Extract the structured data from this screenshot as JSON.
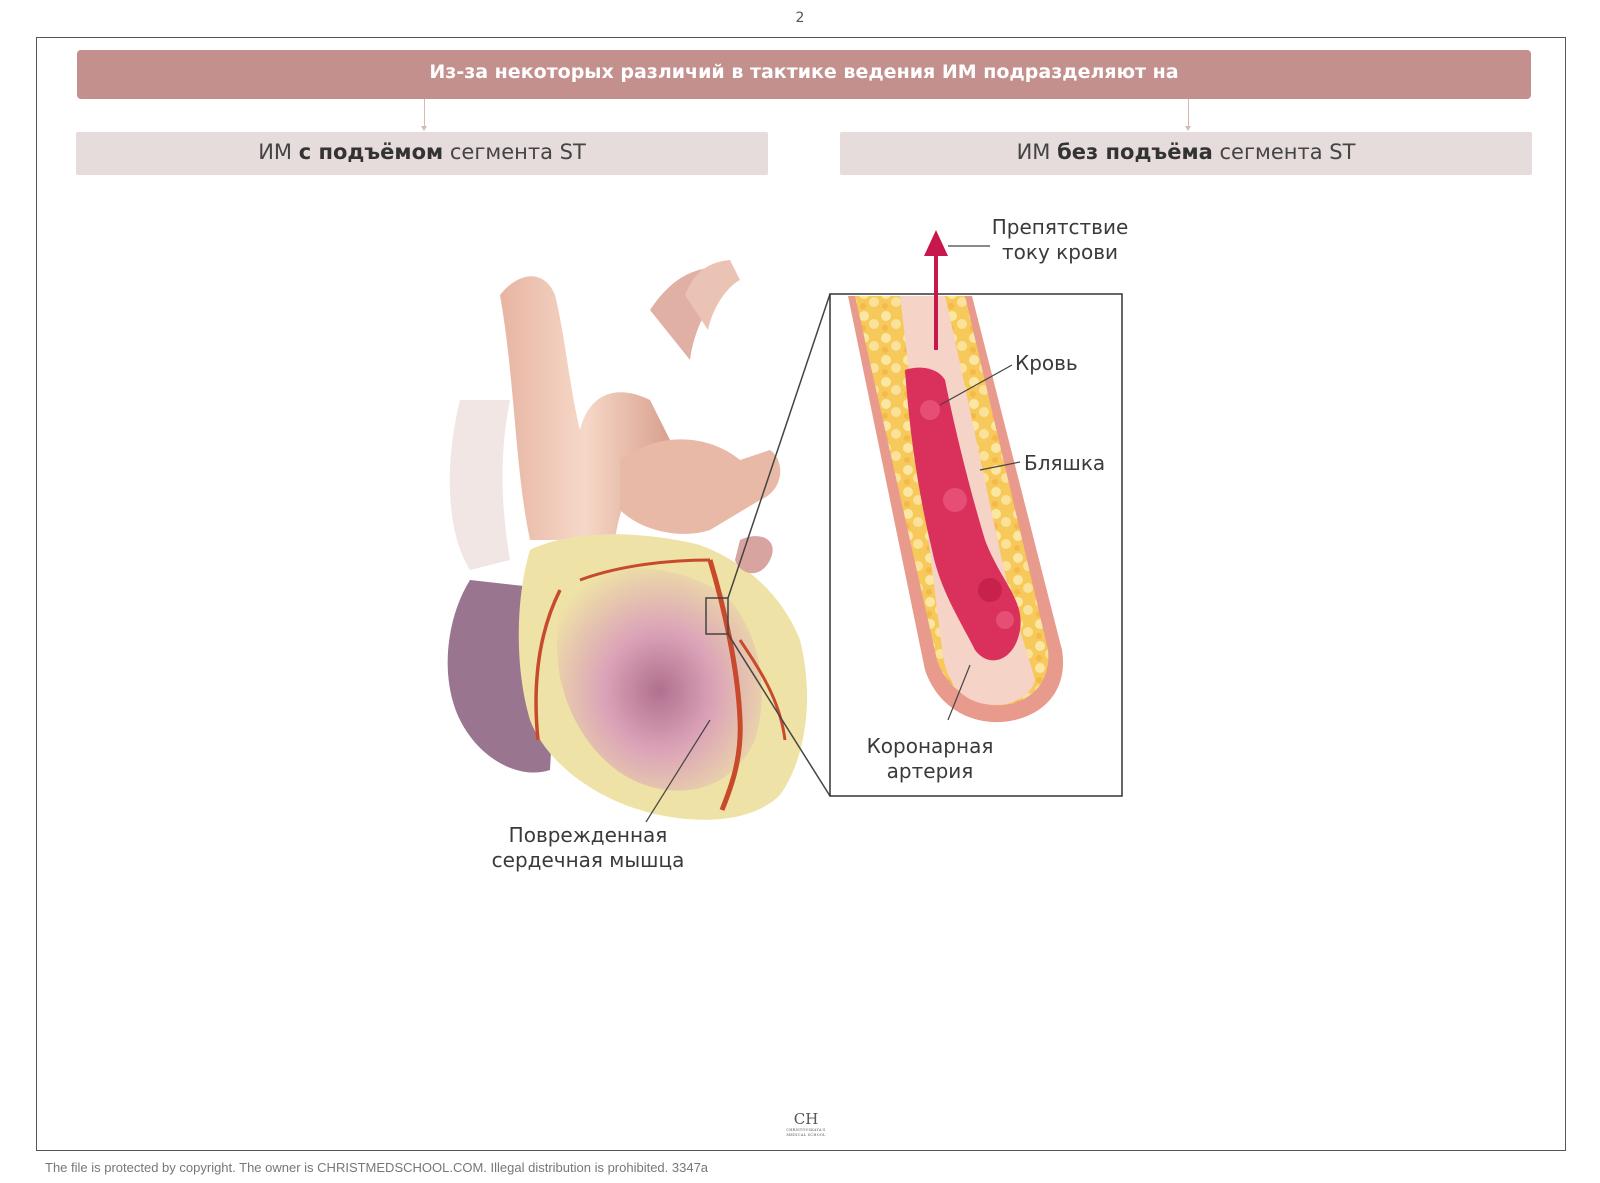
{
  "page_number": "2",
  "header": {
    "title": "Из-за некоторых различий в тактике ведения ИМ подразделяют на"
  },
  "categories": [
    {
      "prefix": "ИМ ",
      "emphasis": "с подъёмом",
      "suffix": " сегмента ST"
    },
    {
      "prefix": "ИМ ",
      "emphasis": "без подъёма",
      "suffix": " сегмента ST"
    }
  ],
  "illustration": {
    "labels": {
      "obstruction_line1": "Препятствие",
      "obstruction_line2": "току крови",
      "blood": "Кровь",
      "plaque": "Бляшка",
      "coronary_line1": "Коронарная",
      "coronary_line2": "артерия",
      "muscle_line1": "Поврежденная",
      "muscle_line2": "сердечная мышца"
    }
  },
  "logo": {
    "monogram": "CH",
    "subtitle": "CHRISTOVSKAYA'S MEDICAL SCHOOL"
  },
  "footer": {
    "copyright": "The file is protected by copyright. The owner is CHRISTMEDSCHOOL.COM. Illegal distribution is prohibited. 3347a"
  },
  "colors": {
    "header_bg": "#c4908d",
    "category_bg": "#e6dcdb",
    "arrow": "#c8174a"
  }
}
